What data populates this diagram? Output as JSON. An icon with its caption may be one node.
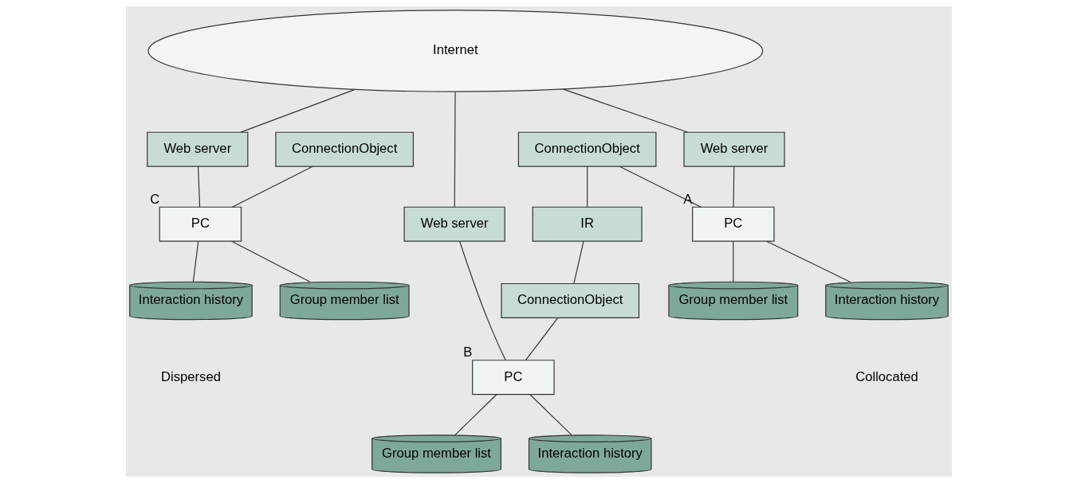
{
  "diagram": {
    "nodes": [
      {
        "text": [
          "Internet"
        ]
      },
      {
        "text": [
          "Web server"
        ]
      },
      {
        "text": [
          "ConnectionObject"
        ]
      },
      {
        "text": [
          "IR"
        ]
      },
      {
        "text": [
          "ConnectionObject"
        ]
      },
      {
        "text": [
          "Web server"
        ]
      },
      {
        "text": [
          "PC"
        ],
        "beside": [
          "A"
        ]
      },
      {
        "text": [
          "Group member list"
        ]
      },
      {
        "text": [
          "Interaction history"
        ]
      },
      {
        "text": [
          "PC"
        ],
        "beside": [
          "B"
        ]
      },
      {
        "text": [
          "Group member list"
        ]
      },
      {
        "text": [
          "Interaction history"
        ]
      },
      {
        "text": [
          "Web server"
        ]
      },
      {
        "text": [
          "ConnectionObject"
        ]
      },
      {
        "text": [
          "PC"
        ],
        "beside": [
          "C"
        ]
      },
      {
        "text": [
          "Group member list"
        ]
      },
      {
        "text": [
          "Interaction history"
        ]
      }
    ],
    "edges": [
      {
        "from": 0,
        "to": 1,
        "arrow": "none"
      },
      {
        "from": 0,
        "to": 5,
        "arrow": "none"
      },
      {
        "from": 0,
        "to": 12,
        "arrow": "none"
      },
      {
        "from": 1,
        "to": 6,
        "arrow": "none"
      },
      {
        "from": 2,
        "to": 6,
        "arrow": "none"
      },
      {
        "from": 2,
        "to": 3,
        "arrow": "none"
      },
      {
        "from": 3,
        "to": 4,
        "arrow": "none"
      },
      {
        "from": 6,
        "to": 7,
        "arrow": "none"
      },
      {
        "from": 6,
        "to": 8,
        "arrow": "none"
      },
      {
        "from": 4,
        "to": 9,
        "arrow": "none"
      },
      {
        "from": 5,
        "to": 9,
        "arrow": "none"
      },
      {
        "from": 9,
        "to": 10,
        "arrow": "none"
      },
      {
        "from": 9,
        "to": 11,
        "arrow": "none"
      },
      {
        "from": 12,
        "to": 14,
        "arrow": "none"
      },
      {
        "from": 13,
        "to": 14,
        "arrow": "none"
      },
      {
        "from": 14,
        "to": 15,
        "arrow": "none"
      },
      {
        "from": 14,
        "to": 16,
        "arrow": "none"
      }
    ],
    "labels": [
      "Collocated",
      "Dispersed"
    ]
  }
}
